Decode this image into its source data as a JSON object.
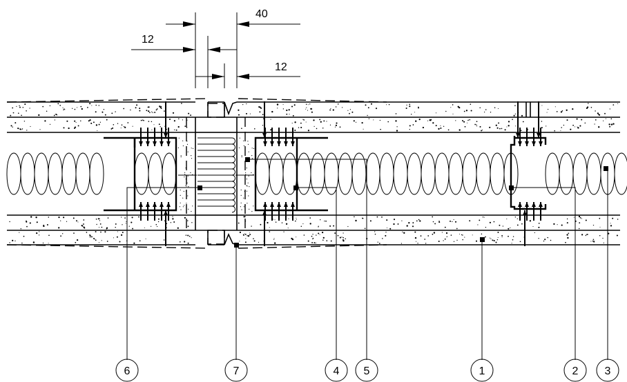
{
  "dimensions": {
    "top_total": "40",
    "left_gap": "12",
    "right_gap": "12"
  },
  "callouts": [
    "6",
    "7",
    "4",
    "5",
    "1",
    "2",
    "3"
  ]
}
